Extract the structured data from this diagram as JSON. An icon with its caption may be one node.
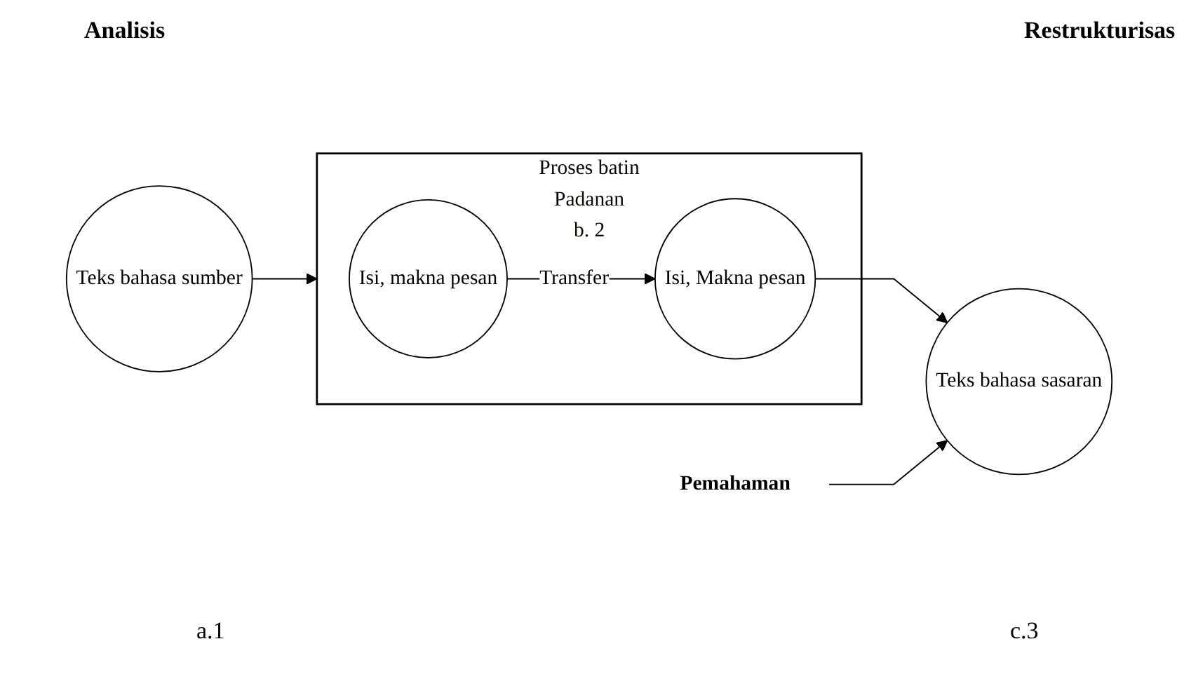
{
  "diagram": {
    "nodes": [
      {
        "text": [
          "Teks bahasa sumber"
        ]
      },
      {
        "text": [
          "Pemahaman"
        ]
      },
      {
        "text": [
          "Proses batin",
          "Padanan",
          "b. 2"
        ]
      },
      {
        "text": [
          "Isi, makna pesan"
        ],
        "in": 2
      },
      {
        "text": [
          "Isi, Makna pesan"
        ],
        "in": 2
      },
      {
        "text": [
          "Teks bahasa sasaran"
        ]
      }
    ],
    "edges": [
      {
        "from": 0,
        "to": 2,
        "arrow": "to"
      },
      {
        "from": 3,
        "to": 4,
        "arrow": "to",
        "label": "Transfer"
      },
      {
        "from": 4,
        "to": 5,
        "arrow": "to"
      },
      {
        "from": 1,
        "to": 5,
        "arrow": "to"
      }
    ],
    "labels": [
      "Analisis",
      "Restrukturisas",
      "a.1",
      "c.3"
    ]
  }
}
